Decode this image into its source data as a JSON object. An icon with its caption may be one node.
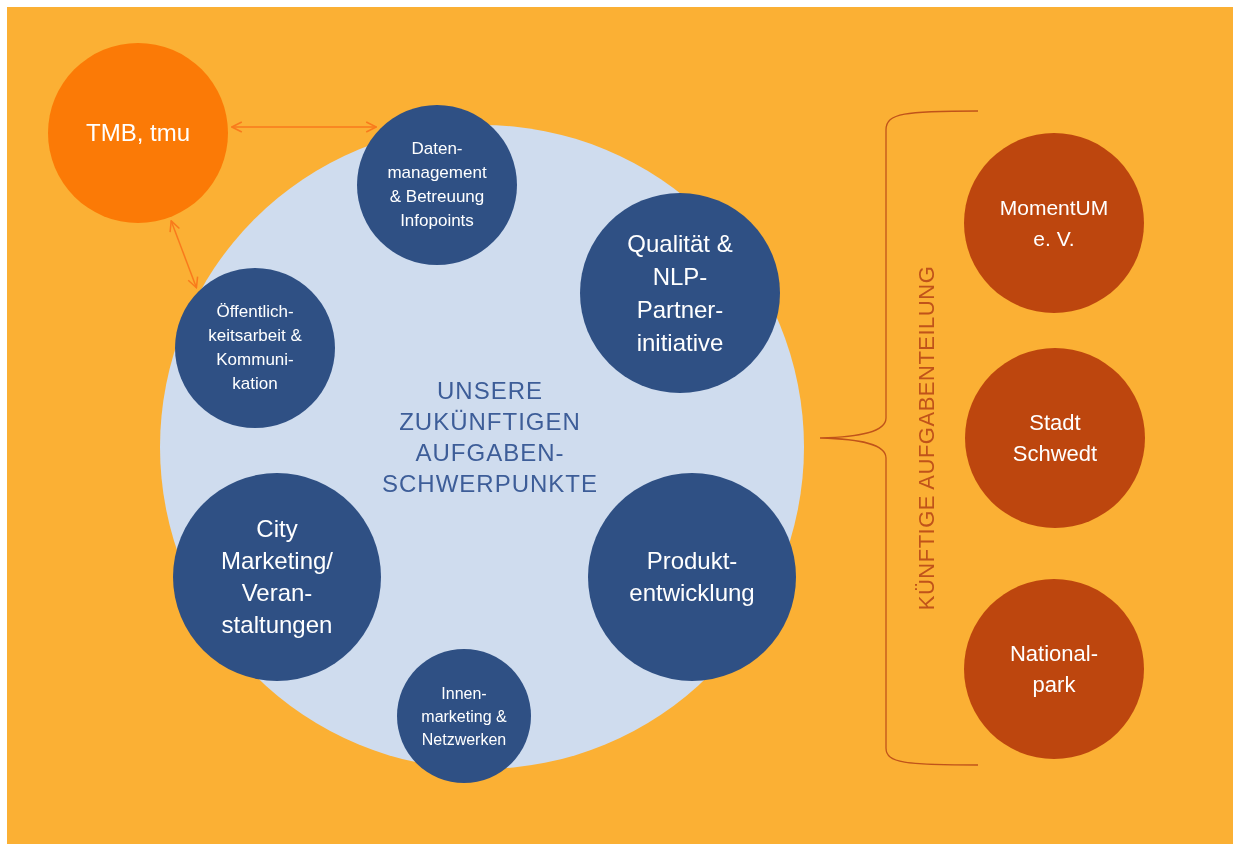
{
  "diagram": {
    "nodes": [
      {
        "text": [
          "TMB, tmu"
        ]
      },
      {
        "text": [
          "UNSERE ZUKÜNFTIGEN AUFGABEN- SCHWERPUNKTE"
        ]
      },
      {
        "text": [
          "Daten- management & Betreuung Infopoints"
        ]
      },
      {
        "text": [
          "Qualität & NLP- Partner- initiative"
        ],
        "in": 1
      },
      {
        "text": [
          "Öffentlich- keitsarbeit & Kommuni- kation"
        ],
        "in": 1
      },
      {
        "text": [
          "Produkt- entwicklung"
        ],
        "in": 1
      },
      {
        "text": [
          "City Marketing/ Veran- staltungen"
        ],
        "in": 1
      },
      {
        "text": [
          "Innen- marketing & Netzwerken"
        ]
      },
      {
        "text": [
          "MomentUM e. V."
        ]
      },
      {
        "text": [
          "Stadt Schwedt"
        ]
      },
      {
        "text": [
          "National- park"
        ]
      }
    ],
    "edges": [
      {
        "from": 0,
        "to": 2,
        "arrow": "both"
      },
      {
        "from": 0,
        "to": 4,
        "arrow": "both"
      }
    ],
    "labels": [
      "KÜNFTIGE AUFGABENTEILUNG"
    ]
  }
}
